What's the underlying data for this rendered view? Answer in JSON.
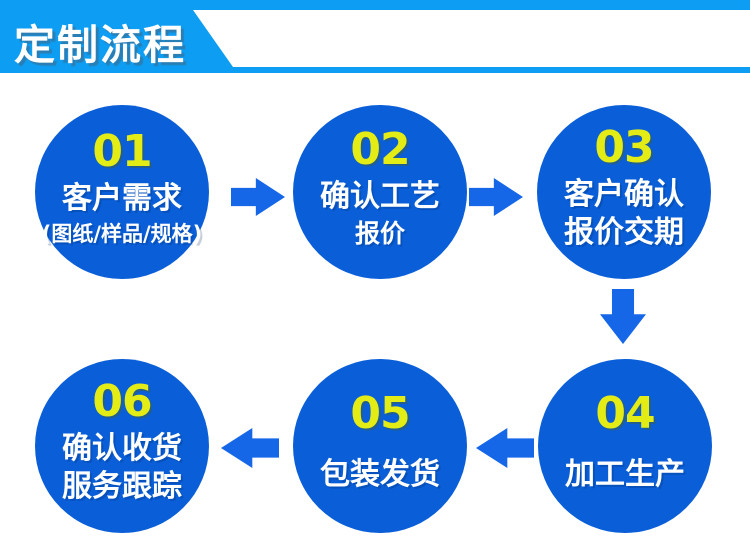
{
  "header": {
    "title": "定制流程"
  },
  "colors": {
    "banner": "#0d9ef3",
    "circle": "#0a5fd8",
    "arrow": "#1567e8",
    "number": "#e3ec15",
    "text": "#ffffff"
  },
  "steps": [
    {
      "num": "01",
      "line1": "客户需求",
      "line2": "(图纸/样品/规格)"
    },
    {
      "num": "02",
      "line1": "确认工艺",
      "line2": "报价"
    },
    {
      "num": "03",
      "line1": "客户确认",
      "line2": "报价交期"
    },
    {
      "num": "04",
      "line1": "加工生产"
    },
    {
      "num": "05",
      "line1": "包装发货"
    },
    {
      "num": "06",
      "line1": "确认收货",
      "line2": "服务跟踪"
    }
  ],
  "flow_arrows": [
    {
      "from": "01",
      "to": "02",
      "direction": "right"
    },
    {
      "from": "02",
      "to": "03",
      "direction": "right"
    },
    {
      "from": "03",
      "to": "04",
      "direction": "down"
    },
    {
      "from": "04",
      "to": "05",
      "direction": "left"
    },
    {
      "from": "05",
      "to": "06",
      "direction": "left"
    }
  ]
}
